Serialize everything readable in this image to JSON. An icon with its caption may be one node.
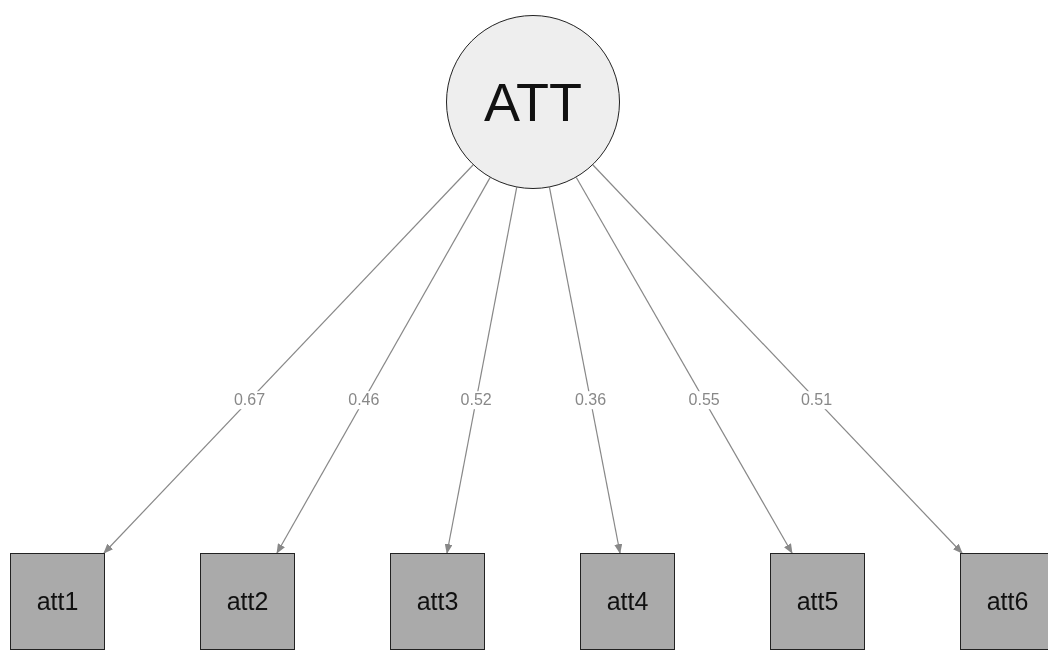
{
  "diagram": {
    "nodes": [
      {
        "text": [
          "ATT"
        ]
      },
      {
        "text": [
          "att1"
        ]
      },
      {
        "text": [
          "att2"
        ]
      },
      {
        "text": [
          "att3"
        ]
      },
      {
        "text": [
          "att4"
        ]
      },
      {
        "text": [
          "att5"
        ]
      },
      {
        "text": [
          "att6"
        ]
      }
    ],
    "edges": [
      {
        "from": 0,
        "to": 1,
        "arrow": "to",
        "label": "0.67"
      },
      {
        "from": 0,
        "to": 2,
        "arrow": "to",
        "label": "0.46"
      },
      {
        "from": 0,
        "to": 3,
        "arrow": "to",
        "label": "0.52"
      },
      {
        "from": 0,
        "to": 4,
        "arrow": "to",
        "label": "0.36"
      },
      {
        "from": 0,
        "to": 5,
        "arrow": "to",
        "label": "0.55"
      },
      {
        "from": 0,
        "to": 6,
        "arrow": "to",
        "label": "0.51"
      }
    ]
  }
}
